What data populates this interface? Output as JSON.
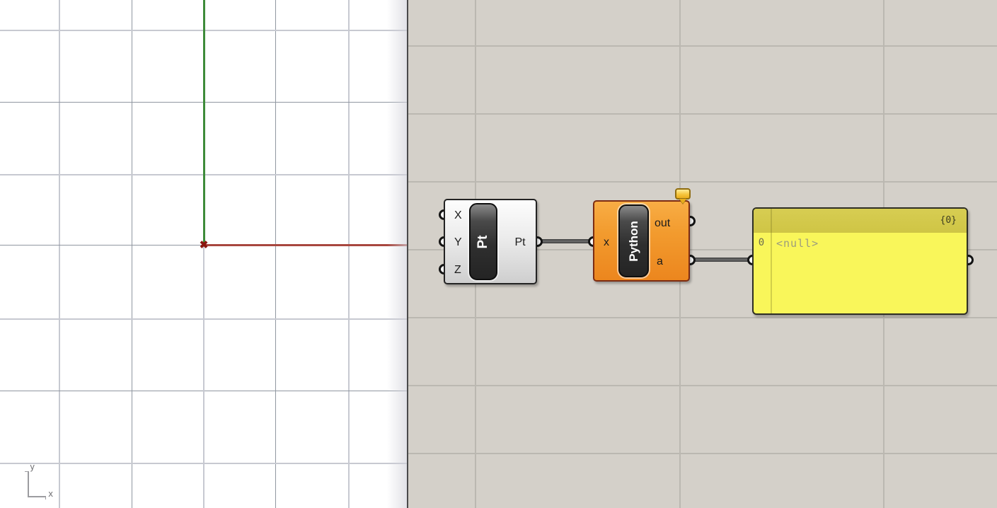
{
  "viewport": {
    "axis_gizmo": {
      "x_label": "x",
      "y_label": "y"
    },
    "origin_marker_glyph": "✖",
    "colors": {
      "background": "#ffffff",
      "grid_light": "#c7c9d1",
      "grid_dark": "#9097a1",
      "x_axis": "#a8473f",
      "y_axis": "#3e8b3a",
      "origin_marker": "#8b150e"
    }
  },
  "canvas": {
    "colors": {
      "background": "#d4d0c9",
      "grid": "#bbb8b1",
      "wire": "#4e4e4e",
      "divider": "#4a4a4a"
    },
    "components": {
      "construct_point": {
        "capsule_label": "Pt",
        "inputs": [
          {
            "label": "X"
          },
          {
            "label": "Y"
          },
          {
            "label": "Z"
          }
        ],
        "outputs": [
          {
            "label": "Pt"
          }
        ],
        "body_color": "#e6e6e6",
        "border_color": "#232323"
      },
      "python": {
        "capsule_label": "Python",
        "inputs": [
          {
            "label": "x"
          }
        ],
        "outputs": [
          {
            "label": "out"
          },
          {
            "label": "a"
          }
        ],
        "body_color": "#f29b2e",
        "border_color": "#7c2c12",
        "balloon_color": "#f6c63e"
      },
      "panel": {
        "header": "{0}",
        "rows": [
          {
            "index": "0",
            "value": "<null>"
          }
        ],
        "header_color": "#d3c94b",
        "body_color": "#f9f65a"
      }
    }
  }
}
